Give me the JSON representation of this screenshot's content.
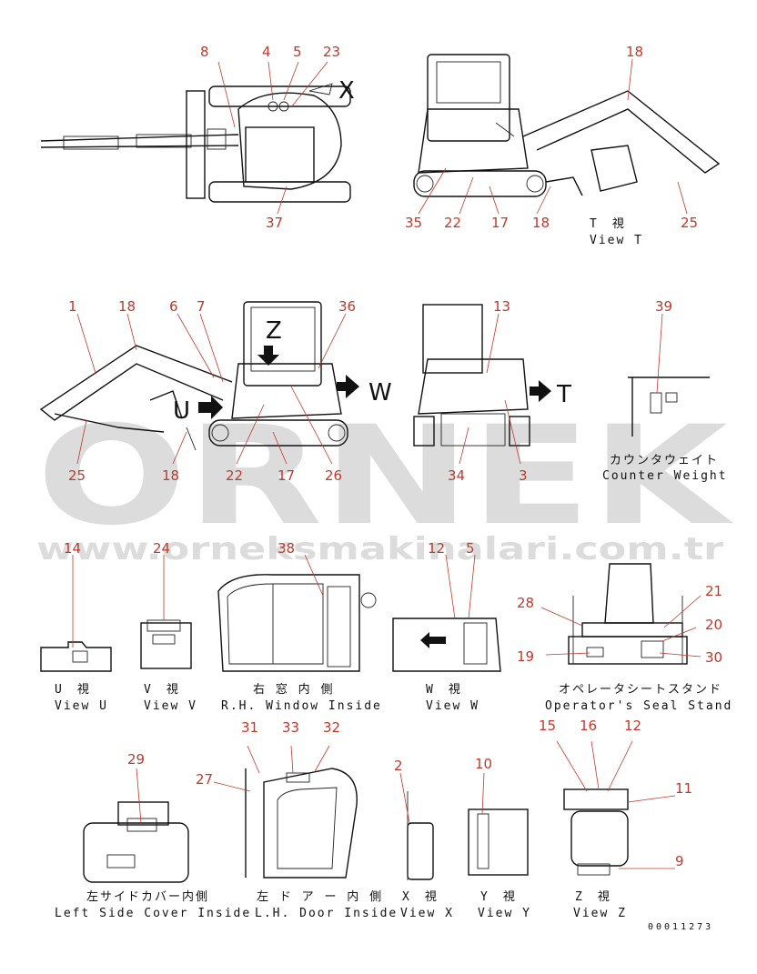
{
  "watermark": {
    "brand": "ORNEK",
    "url": "www.orneksmakinalari.com.tr"
  },
  "drawing_code": "00011273",
  "view_letters": {
    "x": "X",
    "t": "T",
    "u": "U",
    "w": "W",
    "z": "Z"
  },
  "callouts": [
    "8",
    "4",
    "5",
    "23",
    "37",
    "18",
    "35",
    "22",
    "17",
    "18",
    "25",
    "1",
    "18",
    "6",
    "7",
    "25",
    "18",
    "22",
    "17",
    "26",
    "36",
    "13",
    "34",
    "3",
    "39",
    "14",
    "24",
    "38",
    "12",
    "5",
    "28",
    "21",
    "20",
    "19",
    "30",
    "29",
    "31",
    "33",
    "32",
    "27",
    "2",
    "10",
    "15",
    "16",
    "12",
    "11",
    "9"
  ],
  "captions": {
    "view_t_jp": "T　視",
    "view_t_en": "View T",
    "counter_jp": "カウンタウェイト",
    "counter_en": "Counter Weight",
    "view_u_jp": "U　視",
    "view_u_en": "View U",
    "view_v_jp": "V　視",
    "view_v_en": "View V",
    "rh_window_jp": "右 窓 内 側",
    "rh_window_en": "R.H. Window Inside",
    "view_w_jp": "W　視",
    "view_w_en": "View W",
    "seat_jp": "オペレータシートスタンド",
    "seat_en": "Operator's Seal Stand",
    "left_cover_jp": "左サイドカバー内側",
    "left_cover_en": "Left Side Cover Inside",
    "lh_door_jp": "左 ド ア ー 内 側",
    "lh_door_en": "L.H. Door Inside",
    "view_x_jp": "X　視",
    "view_x_en": "View X",
    "view_y_jp": "Y　視",
    "view_y_en": "View Y",
    "view_z_jp": "Z　視",
    "view_z_en": "View Z"
  }
}
